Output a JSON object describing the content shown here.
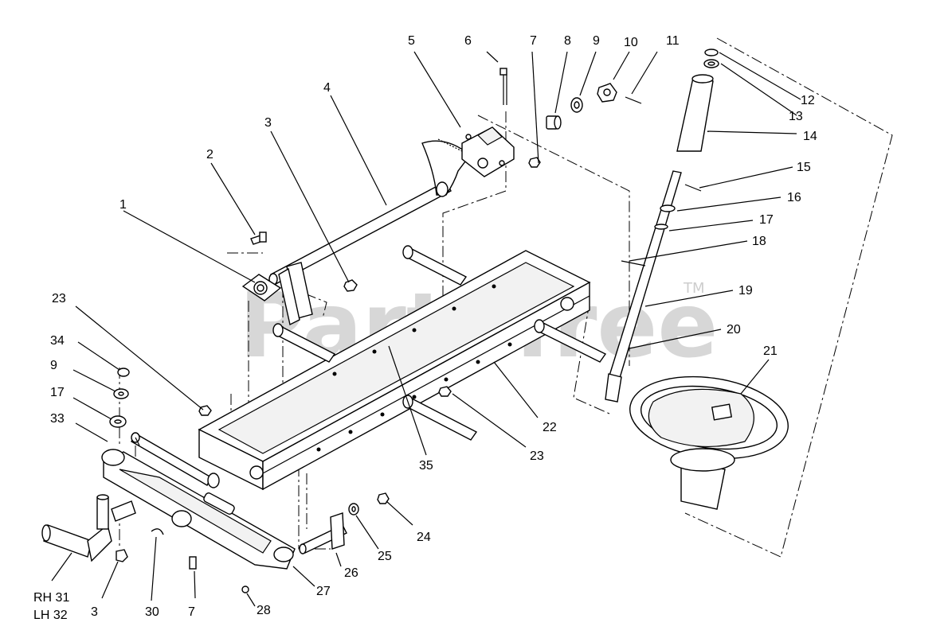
{
  "watermark": {
    "text": "PartsTree",
    "tm": "TM"
  },
  "callouts": [
    {
      "id": "c1",
      "text": "1"
    },
    {
      "id": "c2",
      "text": "2"
    },
    {
      "id": "c3a",
      "text": "3"
    },
    {
      "id": "c3b",
      "text": "3"
    },
    {
      "id": "c4",
      "text": "4"
    },
    {
      "id": "c5",
      "text": "5"
    },
    {
      "id": "c6",
      "text": "6"
    },
    {
      "id": "c7a",
      "text": "7"
    },
    {
      "id": "c7b",
      "text": "7"
    },
    {
      "id": "c8",
      "text": "8"
    },
    {
      "id": "c9a",
      "text": "9"
    },
    {
      "id": "c9b",
      "text": "9"
    },
    {
      "id": "c10",
      "text": "10"
    },
    {
      "id": "c11",
      "text": "11"
    },
    {
      "id": "c12",
      "text": "12"
    },
    {
      "id": "c13",
      "text": "13"
    },
    {
      "id": "c14",
      "text": "14"
    },
    {
      "id": "c15",
      "text": "15"
    },
    {
      "id": "c16",
      "text": "16"
    },
    {
      "id": "c17a",
      "text": "17"
    },
    {
      "id": "c17b",
      "text": "17"
    },
    {
      "id": "c18",
      "text": "18"
    },
    {
      "id": "c19",
      "text": "19"
    },
    {
      "id": "c20",
      "text": "20"
    },
    {
      "id": "c21",
      "text": "21"
    },
    {
      "id": "c22",
      "text": "22"
    },
    {
      "id": "c23a",
      "text": "23"
    },
    {
      "id": "c23b",
      "text": "23"
    },
    {
      "id": "c24",
      "text": "24"
    },
    {
      "id": "c25",
      "text": "25"
    },
    {
      "id": "c26",
      "text": "26"
    },
    {
      "id": "c27",
      "text": "27"
    },
    {
      "id": "c28",
      "text": "28"
    },
    {
      "id": "c30",
      "text": "30"
    },
    {
      "id": "c33",
      "text": "33"
    },
    {
      "id": "c34",
      "text": "34"
    },
    {
      "id": "c35",
      "text": "35"
    },
    {
      "id": "rh",
      "text": "RH 31"
    },
    {
      "id": "lh",
      "text": "LH 32"
    }
  ]
}
